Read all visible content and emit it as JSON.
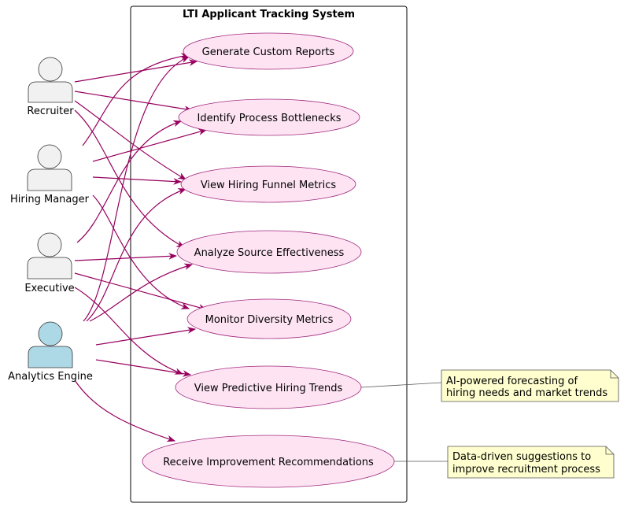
{
  "system": {
    "title": "LTI Applicant Tracking System"
  },
  "actors": [
    {
      "id": "recruiter",
      "label": "Recruiter",
      "color": "#f1f1f1"
    },
    {
      "id": "hiring-manager",
      "label": "Hiring Manager",
      "color": "#f1f1f1"
    },
    {
      "id": "executive",
      "label": "Executive",
      "color": "#f1f1f1"
    },
    {
      "id": "analytics-engine",
      "label": "Analytics Engine",
      "color": "#add8e6"
    }
  ],
  "use_cases": [
    {
      "id": "generate-custom-reports",
      "label": "Generate Custom Reports"
    },
    {
      "id": "identify-process-bottlenecks",
      "label": "Identify Process Bottlenecks"
    },
    {
      "id": "view-hiring-funnel-metrics",
      "label": "View Hiring Funnel Metrics"
    },
    {
      "id": "analyze-source-effectiveness",
      "label": "Analyze Source Effectiveness"
    },
    {
      "id": "monitor-diversity-metrics",
      "label": "Monitor Diversity Metrics"
    },
    {
      "id": "view-predictive-hiring-trends",
      "label": "View Predictive Hiring Trends"
    },
    {
      "id": "receive-improvement-recommendations",
      "label": "Receive Improvement Recommendations"
    }
  ],
  "notes": [
    {
      "id": "predictive-note",
      "lines": [
        "AI-powered forecasting of",
        "hiring needs and market trends"
      ]
    },
    {
      "id": "recommendations-note",
      "lines": [
        "Data-driven suggestions to",
        "improve recruitment process"
      ]
    }
  ],
  "colors": {
    "use_case_fill": "#fee4f3",
    "use_case_stroke": "#a0287d",
    "arrow": "#96005f",
    "note_fill": "#fefece",
    "note_stroke": "#555555",
    "actor_stroke": "#333333"
  }
}
